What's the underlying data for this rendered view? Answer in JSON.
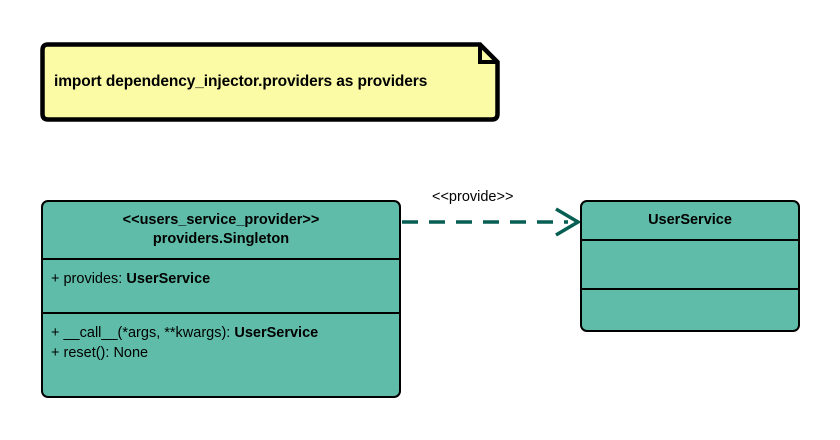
{
  "diagram": {
    "type": "uml-class-diagram",
    "background_color": "#ffffff",
    "note": {
      "text": "import dependency_injector.providers as providers",
      "fill_color": "#fbfba6",
      "border_color": "#000000"
    },
    "classes": [
      {
        "id": "provider",
        "stereotype": "<<users_service_provider>>",
        "name": "providers.Singleton",
        "fill_color": "#5fbca8",
        "border_color": "#000000",
        "attributes": [
          {
            "visibility": "+",
            "label": "+ provides: ",
            "type": "UserService"
          }
        ],
        "operations": [
          {
            "visibility": "+",
            "label": "+ __call__(*args, **kwargs): ",
            "type": "UserService"
          },
          {
            "visibility": "+",
            "label": "+ reset(): None",
            "type": ""
          }
        ]
      },
      {
        "id": "userservice",
        "stereotype": "",
        "name": "UserService",
        "fill_color": "#5fbca8",
        "border_color": "#000000",
        "attributes": [],
        "operations": []
      }
    ],
    "relationships": [
      {
        "id": "provide",
        "label": "<<provide>>",
        "source": "provider",
        "target": "userservice",
        "line_style": "dashed",
        "arrow_head": "open",
        "color": "#065f52"
      }
    ]
  }
}
